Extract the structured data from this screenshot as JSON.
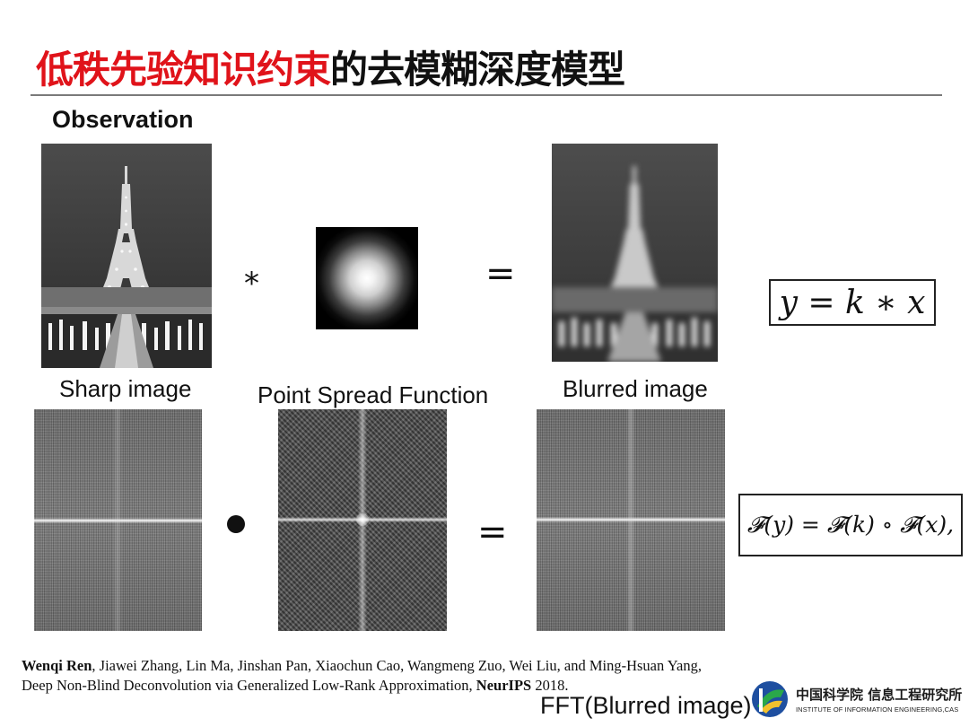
{
  "title": {
    "red_part": "低秩先验知识约束",
    "black_part": "的去模糊深度模型"
  },
  "observation_label": "Observation",
  "captions": {
    "sharp": "Sharp image",
    "psf": "Point Spread Function",
    "blurred": "Blurred image"
  },
  "operators": {
    "convolution": "*",
    "equals": "="
  },
  "equations": {
    "spatial": "y = k ∗ x",
    "fourier": "𝓕(y) = 𝓕(k) ∘ 𝓕(x),"
  },
  "citation": {
    "first_author": "Wenqi Ren",
    "authors_rest": ", Jiawei Zhang, Lin Ma, Jinshan Pan, Xiaochun Cao, Wangmeng Zuo, Wei Liu, and Ming-Hsuan Yang,",
    "paper_title": "Deep Non-Blind Deconvolution via Generalized Low-Rank Approximation, ",
    "venue": "NeurIPS",
    "year": " 2018."
  },
  "fft_caption": "FFT(Blurred image)",
  "institute": {
    "name_cn": "中国科学院 信息工程研究所",
    "name_en": "INSTITUTE OF INFORMATION ENGINEERING,CAS"
  },
  "colors": {
    "title_red": "#e0131a",
    "title_black": "#111111",
    "rule": "#7a7a7a"
  }
}
